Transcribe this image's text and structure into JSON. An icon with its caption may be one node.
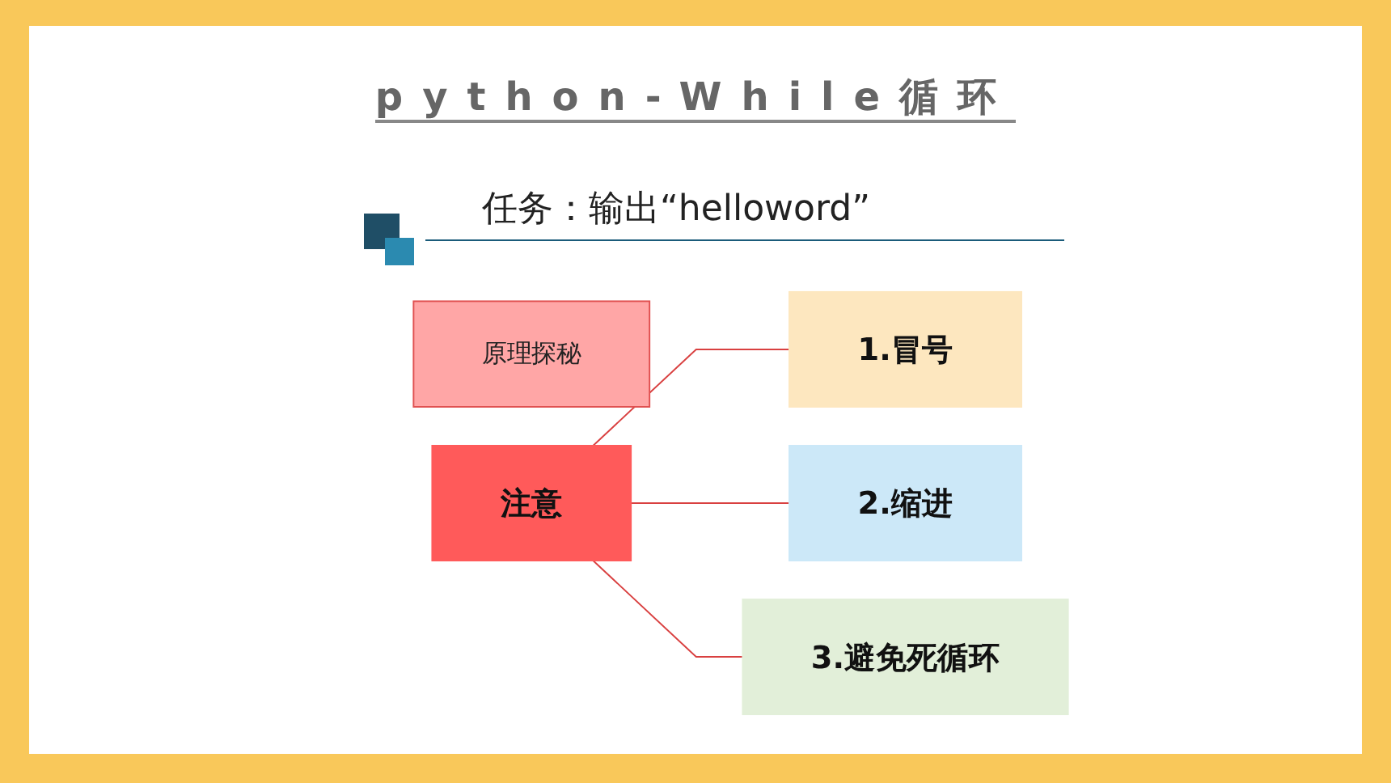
{
  "diagram": {
    "title": "python-While循环",
    "nodes": [
      {
        "text": [
          "原理探秘"
        ]
      },
      {
        "text": [
          "注意"
        ]
      },
      {
        "text": [
          "1.冒号"
        ]
      },
      {
        "text": [
          "2.缩进"
        ]
      },
      {
        "text": [
          "3.避免死循环"
        ]
      }
    ],
    "edges": [
      {
        "from": 1,
        "to": 2,
        "arrow": "none"
      },
      {
        "from": 1,
        "to": 3,
        "arrow": "none"
      },
      {
        "from": 1,
        "to": 4,
        "arrow": "none"
      }
    ],
    "labels": [
      "任务：输出“helloword”"
    ]
  }
}
